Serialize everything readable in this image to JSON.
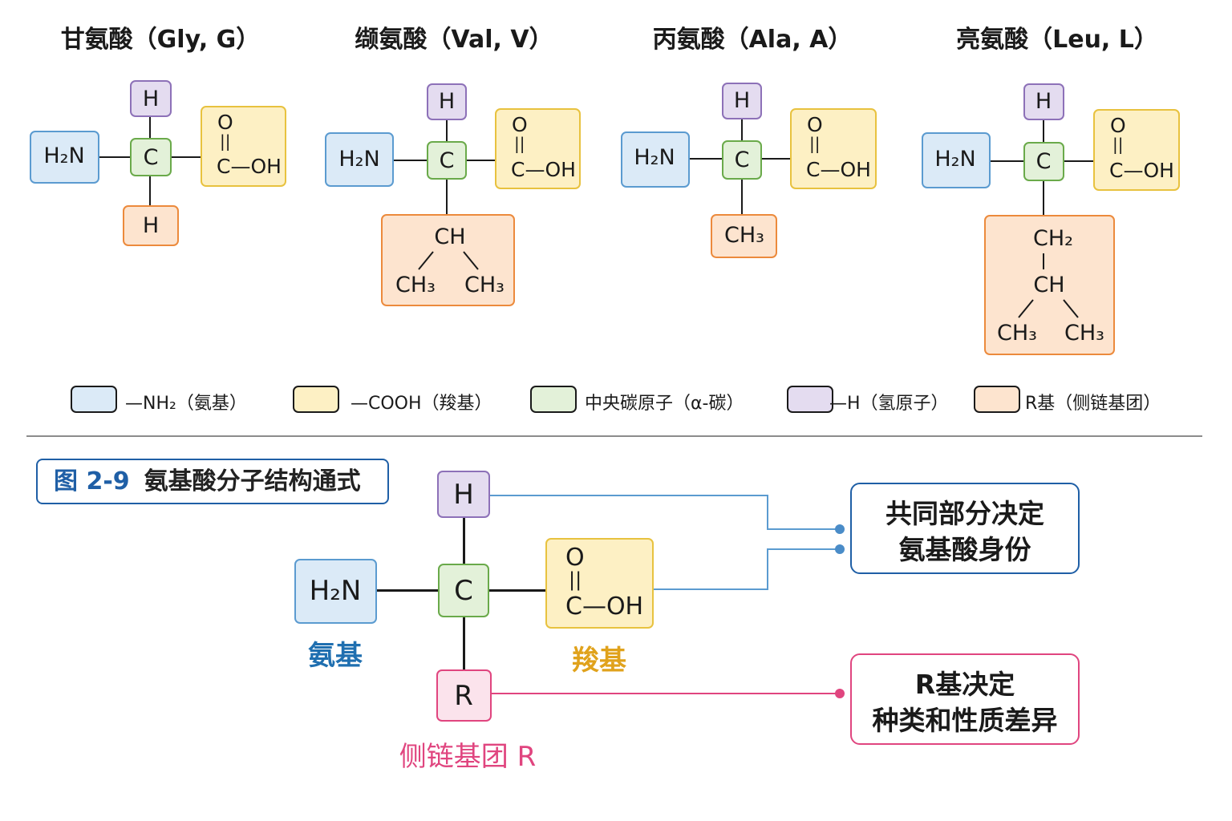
{
  "amino_acids": [
    {
      "title": "甘氨酸（Gly, G）",
      "h": "H",
      "c": "C",
      "amine": "H₂N",
      "carbonyl_o": "O",
      "carboxyl": "C—OH",
      "r": "H"
    },
    {
      "title": "缬氨酸（Val, V）",
      "h": "H",
      "c": "C",
      "amine": "H₂N",
      "carbonyl_o": "O",
      "carboxyl": "C—OH",
      "r_top": "CH",
      "r_left": "CH₃",
      "r_right": "CH₃"
    },
    {
      "title": "丙氨酸（Ala, A）",
      "h": "H",
      "c": "C",
      "amine": "H₂N",
      "carbonyl_o": "O",
      "carboxyl": "C—OH",
      "r": "CH₃"
    },
    {
      "title": "亮氨酸（Leu, L）",
      "h": "H",
      "c": "C",
      "amine": "H₂N",
      "carbonyl_o": "O",
      "carboxyl": "C—OH",
      "r_top": "CH₂",
      "r_mid": "CH",
      "r_left": "CH₃",
      "r_right": "CH₃"
    }
  ],
  "legend": [
    {
      "label": "—NH₂（氨基）",
      "color": "#5b9bd0"
    },
    {
      "label": "—COOH（羧基）",
      "color": "#e8c23f"
    },
    {
      "label": "中央碳原子（α-碳）",
      "color": "#6aaa4a"
    },
    {
      "label": "—H（氢原子）",
      "color": "#8d71b8"
    },
    {
      "label": "R基（侧链基团）",
      "color": "#ec8a3c"
    }
  ],
  "figure": {
    "number": "图 2-9",
    "title": "氨基酸分子结构通式",
    "h": "H",
    "c": "C",
    "amine": "H₂N",
    "carbonyl_o": "O",
    "carboxyl": "C—OH",
    "r": "R",
    "amine_label": "氨基",
    "carboxyl_label": "羧基",
    "r_label": "侧链基团 R",
    "callout_common_line1": "共同部分决定",
    "callout_common_line2": "氨基酸身份",
    "callout_r_line1": "R基决定",
    "callout_r_line2": "种类和性质差异"
  }
}
